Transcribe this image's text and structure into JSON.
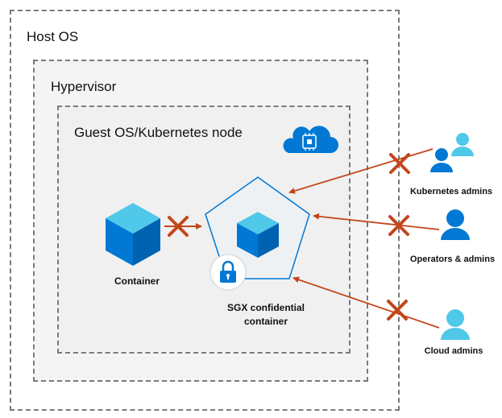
{
  "layers": {
    "host_os": "Host OS",
    "hypervisor": "Hypervisor",
    "guest_os": "Guest OS/Kubernetes node"
  },
  "nodes": {
    "container": "Container",
    "sgx_line1": "SGX confidential",
    "sgx_line2": "container"
  },
  "actors": {
    "kubernetes_admins": "Kubernetes admins",
    "operators_admins": "Operators & admins",
    "cloud_admins": "Cloud admins"
  },
  "icons": [
    "cloud-chip-icon",
    "cube-icon",
    "lock-icon",
    "person-icon",
    "blocked-x-icon"
  ],
  "colors": {
    "azure_blue": "#0078d4",
    "light_blue": "#50c8ea",
    "arrow": "#c3461b",
    "border": "#7a7a7a"
  }
}
